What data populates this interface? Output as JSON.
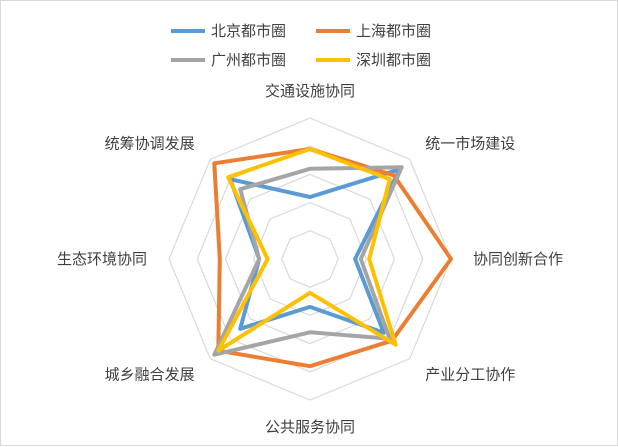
{
  "chart_data": {
    "type": "radar",
    "title": "",
    "axes": [
      "交通设施协同",
      "统一市场建设",
      "协同创新合作",
      "产业分工协作",
      "公共服务协同",
      "城乡融合发展",
      "生态环境协同",
      "统筹协调发展"
    ],
    "rlim": [
      0,
      5
    ],
    "rings": 5,
    "grid": true,
    "legend_position": "top",
    "series": [
      {
        "name": "北京都市圈",
        "color": "#5b9bd5",
        "values": [
          2.2,
          4.5,
          1.6,
          3.7,
          1.7,
          3.5,
          1.8,
          4.0
        ]
      },
      {
        "name": "上海都市圈",
        "color": "#ed7d31",
        "values": [
          3.9,
          4.2,
          5.0,
          4.1,
          3.8,
          4.6,
          3.2,
          4.8
        ]
      },
      {
        "name": "广州都市圈",
        "color": "#a5a5a5",
        "values": [
          3.2,
          4.6,
          1.8,
          4.0,
          2.6,
          4.8,
          1.8,
          3.5
        ]
      },
      {
        "name": "深圳都市圈",
        "color": "#ffc000",
        "values": [
          3.9,
          4.0,
          2.1,
          4.3,
          1.2,
          4.6,
          1.5,
          4.1
        ]
      }
    ]
  }
}
